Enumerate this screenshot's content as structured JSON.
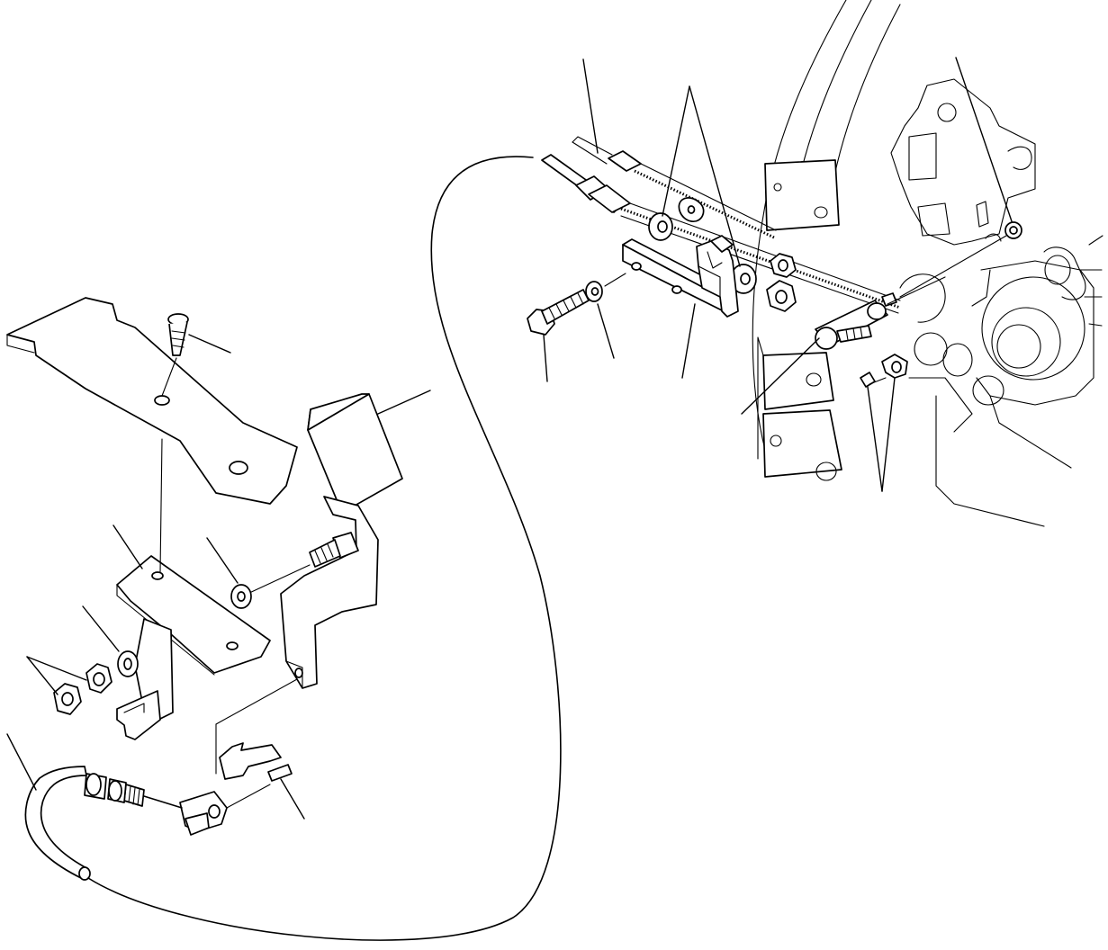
{
  "diagram": {
    "kind": "exploded-parts-illustration",
    "description_tokens": [
      "floor-plate",
      "pedal",
      "bracket",
      "cable",
      "clevis",
      "pin",
      "washers",
      "nuts",
      "bolt",
      "engine-block"
    ],
    "callout_labels": []
  }
}
